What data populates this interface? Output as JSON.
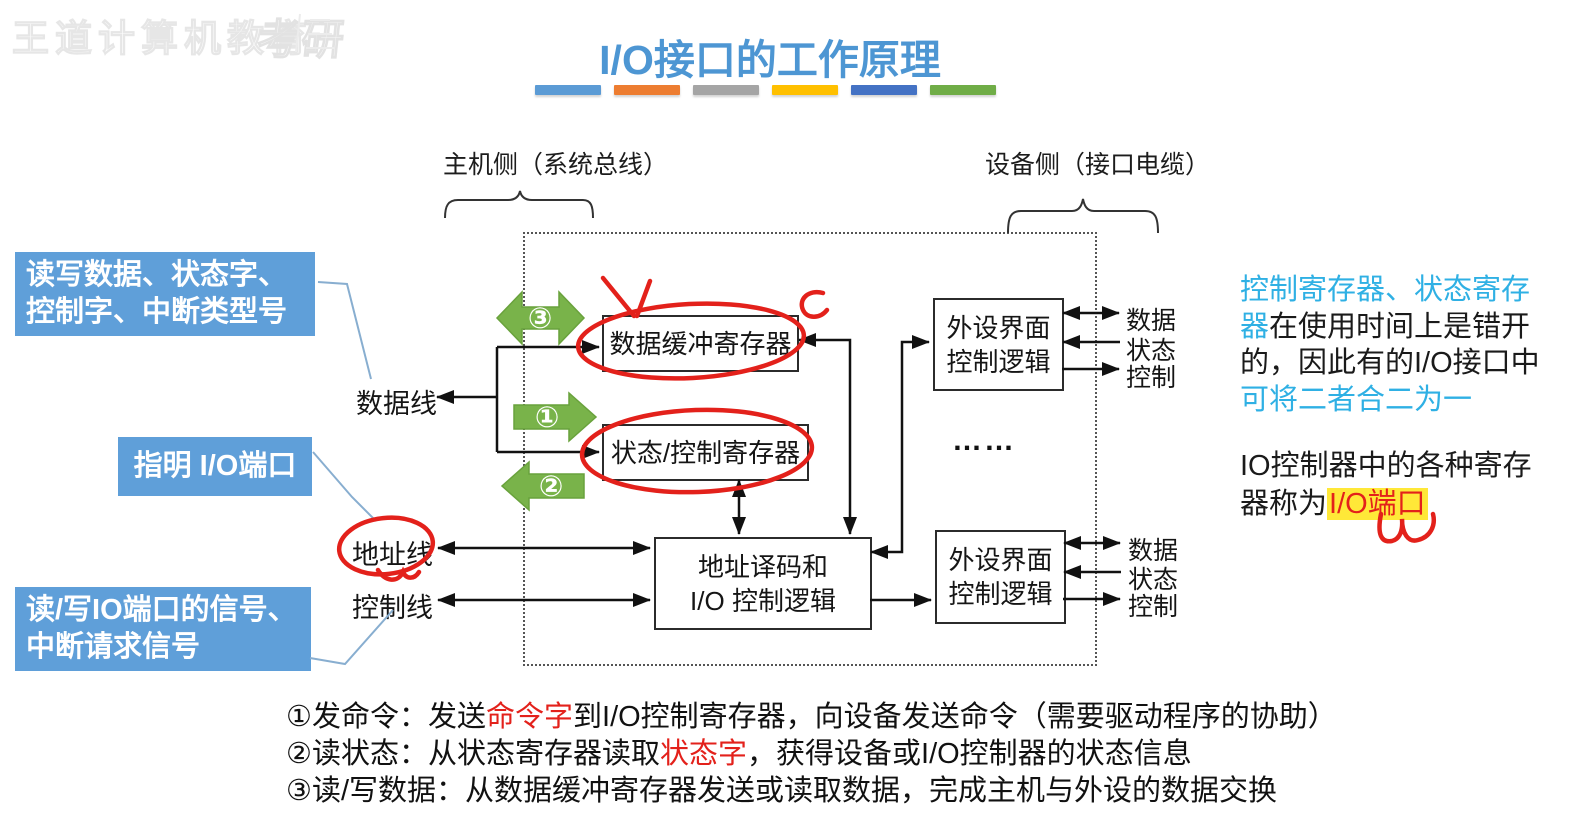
{
  "watermark": {
    "text": "王道计算机教育",
    "logo": "考研"
  },
  "title": "I/O接口的工作原理",
  "labels": {
    "host_side": "主机侧（系统总线）",
    "device_side": "设备侧（接口电缆）"
  },
  "callouts": {
    "c1": "读写数据、状态字、控制字、中断类型号",
    "c2": "指明 I/O端口",
    "c3": "读/写IO端口的信号、中断请求信号"
  },
  "diagram": {
    "data_buffer_register": "数据缓冲寄存器",
    "status_control_register": "状态/控制寄存器",
    "address_decoder": {
      "line1": "地址译码和",
      "line2": "I/O 控制逻辑"
    },
    "peripheral_interface": {
      "line1": "外设界面",
      "line2": "控制逻辑"
    },
    "bus": {
      "data": "数据线",
      "address": "地址线",
      "control": "控制线"
    },
    "ports": {
      "data": "数据",
      "status": "状态",
      "control": "控制"
    },
    "ellipsis": "……",
    "badges": {
      "b1": "①",
      "b2": "②",
      "b3": "③"
    }
  },
  "notes": {
    "merge": {
      "cyan1": "控制寄存器、状态寄存器",
      "black1": "在使用时间上是错开的，因此有的I/O接口中",
      "cyan2": "可将二者合二为一"
    },
    "port": {
      "black": "IO控制器中的各种寄存器称为",
      "highlight": "I/O端口"
    }
  },
  "steps": {
    "s1": {
      "pre": "①发命令：发送",
      "red": "命令字",
      "post": "到I/O控制寄存器，向设备发送命令（需要驱动程序的协助）"
    },
    "s2": {
      "pre": "②读状态：从状态寄存器读取",
      "red": "状态字",
      "post": "，获得设备或I/O控制器的状态信息"
    },
    "s3": {
      "pre": "③读/写数据：从数据缓冲寄存器发送或读取数据，完成主机与外设的数据交换",
      "red": "",
      "post": ""
    }
  },
  "colors": {
    "accent_bars": [
      "#5B9BD5",
      "#ED7D31",
      "#A5A5A5",
      "#FFC000",
      "#4472C4",
      "#70AD47"
    ],
    "title_blue": "#4D96D3",
    "callout_blue": "#5F9FD9",
    "note_cyan": "#2FB0E4",
    "ink_red": "#E3211B",
    "highlight_yellow": "#FFE838",
    "arrow_green": "#79B34A"
  }
}
